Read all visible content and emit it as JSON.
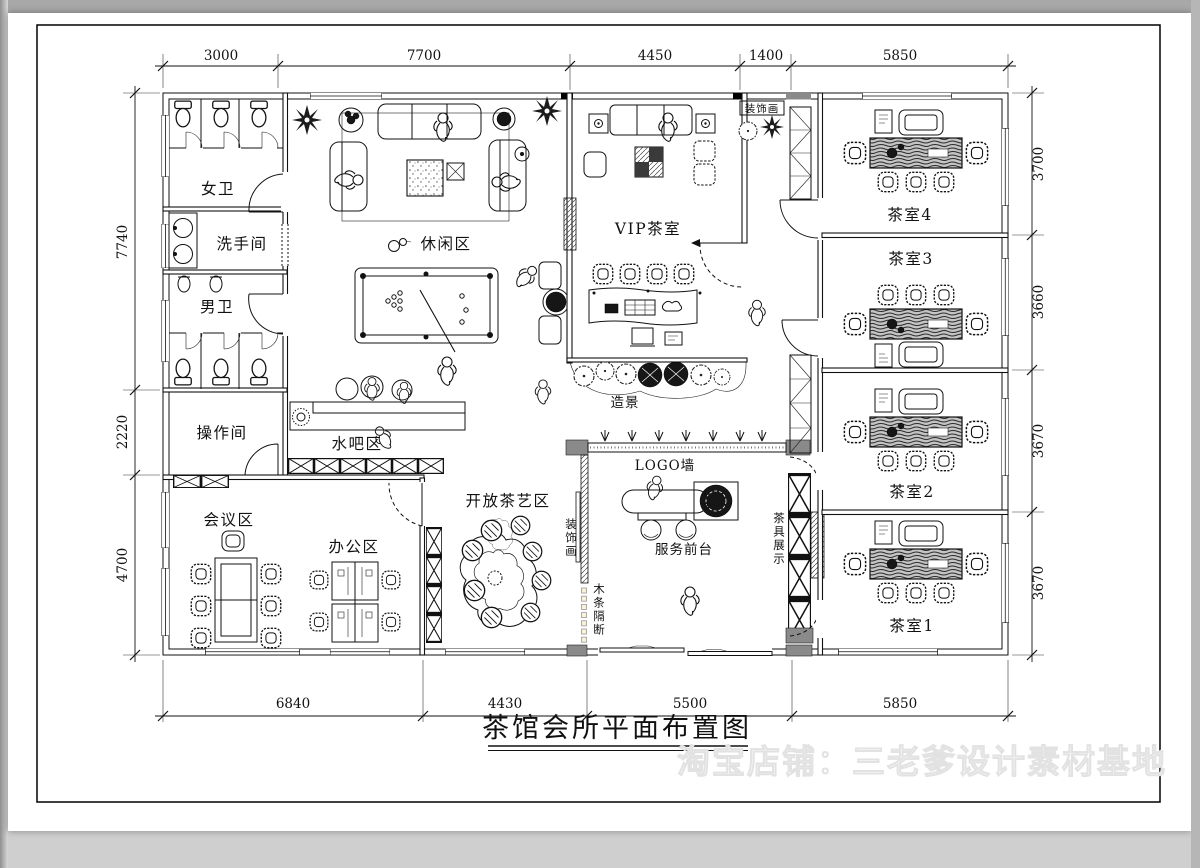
{
  "page": {
    "title": "茶馆会所平面布置图",
    "watermark": "淘宝店铺：三老爹设计素材基地"
  },
  "dims": {
    "top": [
      "3000",
      "7700",
      "4450",
      "1400",
      "5850"
    ],
    "bottom": [
      "6840",
      "4430",
      "5500",
      "5850"
    ],
    "left": [
      "7740",
      "2220",
      "4700"
    ],
    "right": [
      "3700",
      "3660",
      "3670",
      "3670"
    ]
  },
  "rooms": {
    "womens_toilet": "女卫",
    "washroom": "洗手间",
    "mens_toilet": "男卫",
    "operation_room": "操作间",
    "meeting_area": "会议区",
    "office_area": "办公区",
    "leisure_area": "休闲区",
    "water_bar_area": "水吧区",
    "open_tea_art_area": "开放茶艺区",
    "vip_tea_room": "VIP茶室",
    "landscape_feature": "造景",
    "logo_wall": "LOGO墙",
    "reception_desk": "服务前台",
    "tea_room_1": "茶室1",
    "tea_room_2": "茶室2",
    "tea_room_3": "茶室3",
    "tea_room_4": "茶室4"
  },
  "annotations": {
    "decorative_painting_top": "装饰画",
    "decorative_painting_side": "装饰画",
    "tea_set_display": "茶具展示",
    "wood_strip_partition": "木条隔断"
  }
}
